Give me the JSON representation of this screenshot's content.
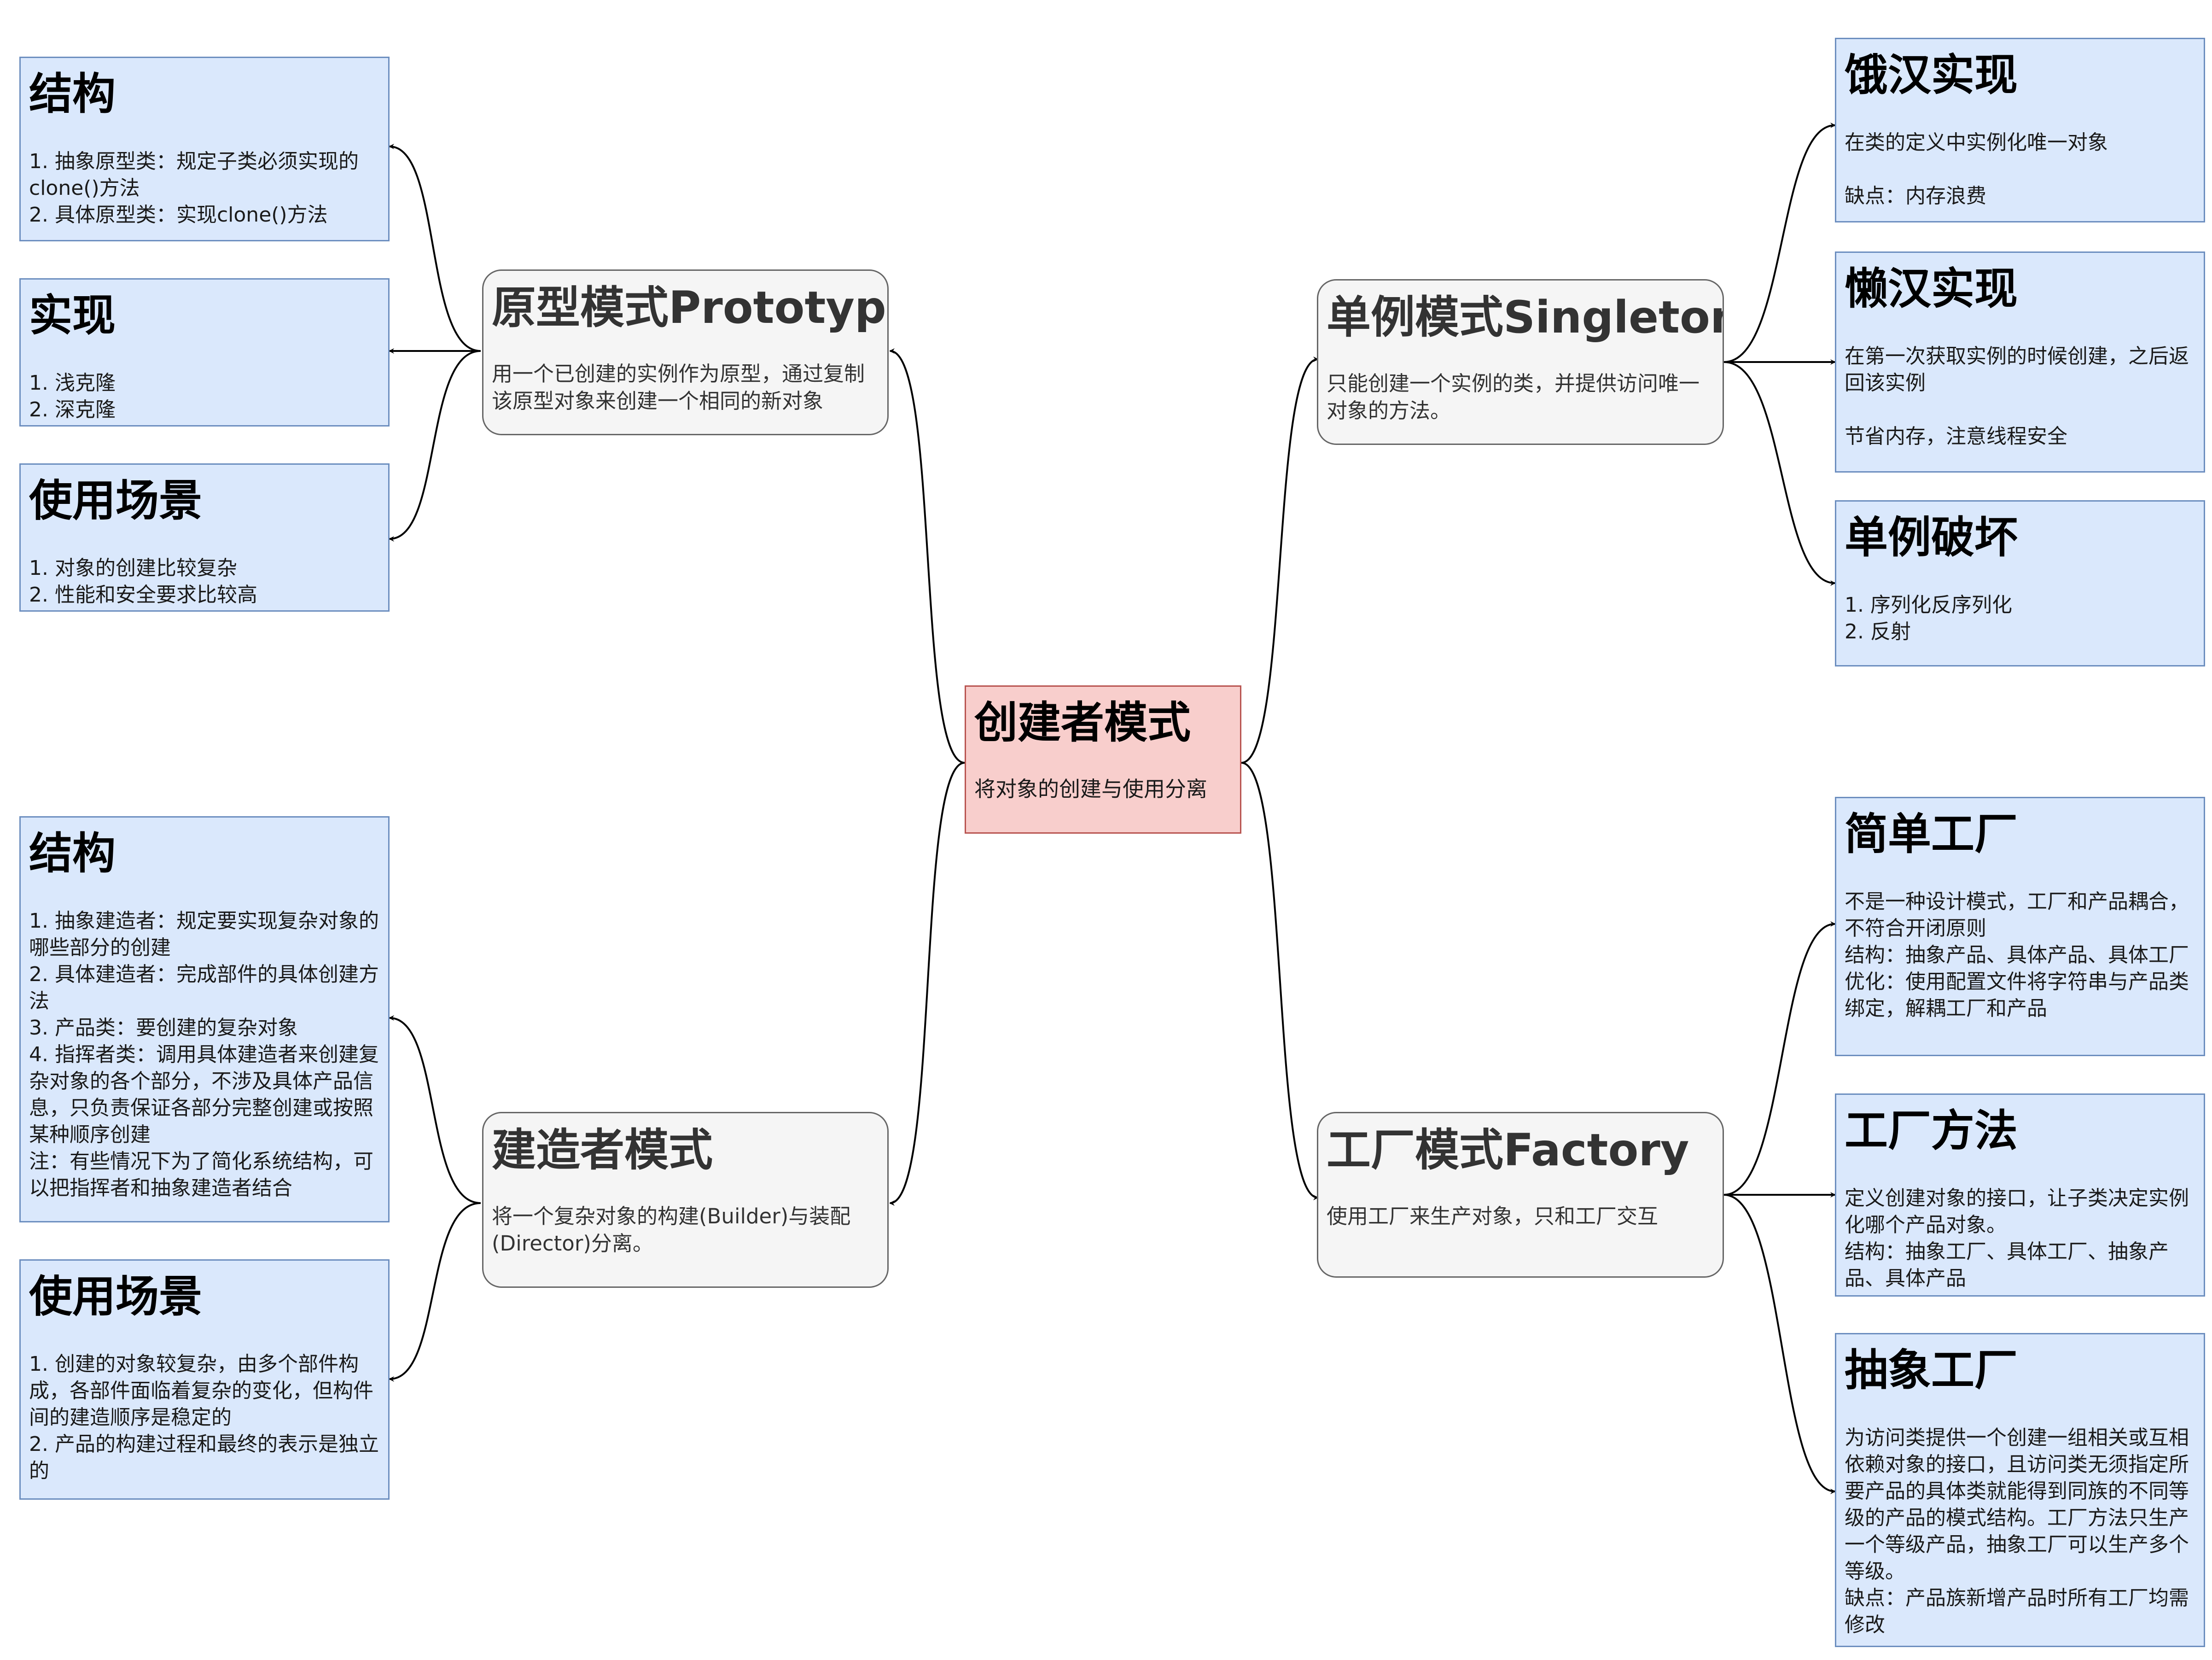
{
  "central": {
    "title": "创建者模式",
    "desc": "将对象的创建与使用分离"
  },
  "prototype": {
    "title": "原型模式Prototype",
    "desc": "用一个已创建的实例作为原型，通过复制该原型对象来创建一个相同的新对象",
    "structure": {
      "title": "结构",
      "body": "1. 抽象原型类：规定子类必须实现的clone()方法\n2. 具体原型类：实现clone()方法"
    },
    "impl": {
      "title": "实现",
      "body": "1. 浅克隆\n2. 深克隆"
    },
    "usage": {
      "title": "使用场景",
      "body": "1. 对象的创建比较复杂\n2. 性能和安全要求比较高"
    }
  },
  "builder": {
    "title": "建造者模式",
    "desc": "将一个复杂对象的构建(Builder)与装配(Director)分离。",
    "structure": {
      "title": "结构",
      "body": "1. 抽象建造者：规定要实现复杂对象的哪些部分的创建\n2. 具体建造者：完成部件的具体创建方法\n3. 产品类：要创建的复杂对象\n4. 指挥者类：调用具体建造者来创建复杂对象的各个部分，不涉及具体产品信息，只负责保证各部分完整创建或按照某种顺序创建\n注：有些情况下为了简化系统结构，可以把指挥者和抽象建造者结合"
    },
    "usage": {
      "title": "使用场景",
      "body": "1. 创建的对象较复杂，由多个部件构成，各部件面临着复杂的变化，但构件间的建造顺序是稳定的\n2. 产品的构建过程和最终的表示是独立的"
    }
  },
  "singleton": {
    "title": "单例模式Singleton",
    "desc": "只能创建一个实例的类，并提供访问唯一对象的方法。",
    "eager": {
      "title": "饿汉实现",
      "body": "在类的定义中实例化唯一对象\n\n缺点：内存浪费"
    },
    "lazy": {
      "title": "懒汉实现",
      "body": "在第一次获取实例的时候创建，之后返回该实例\n\n节省内存，注意线程安全"
    },
    "break": {
      "title": "单例破坏",
      "body": "1. 序列化反序列化\n2. 反射"
    }
  },
  "factory": {
    "title": "工厂模式Factory",
    "desc": "使用工厂来生产对象，只和工厂交互",
    "simple": {
      "title": "简单工厂",
      "body": "不是一种设计模式，工厂和产品耦合，不符合开闭原则\n结构：抽象产品、具体产品、具体工厂\n优化：使用配置文件将字符串与产品类绑定，解耦工厂和产品"
    },
    "method": {
      "title": "工厂方法",
      "body": "定义创建对象的接口，让子类决定实例化哪个产品对象。\n结构：抽象工厂、具体工厂、抽象产品、具体产品"
    },
    "abstract": {
      "title": "抽象工厂",
      "body": "为访问类提供一个创建一组相关或互相依赖对象的接口，且访问类无须指定所要产品的具体类就能得到同族的不同等级的产品的模式结构。工厂方法只生产一个等级产品，抽象工厂可以生产多个等级。\n缺点：产品族新增产品时所有工厂均需修改"
    }
  }
}
